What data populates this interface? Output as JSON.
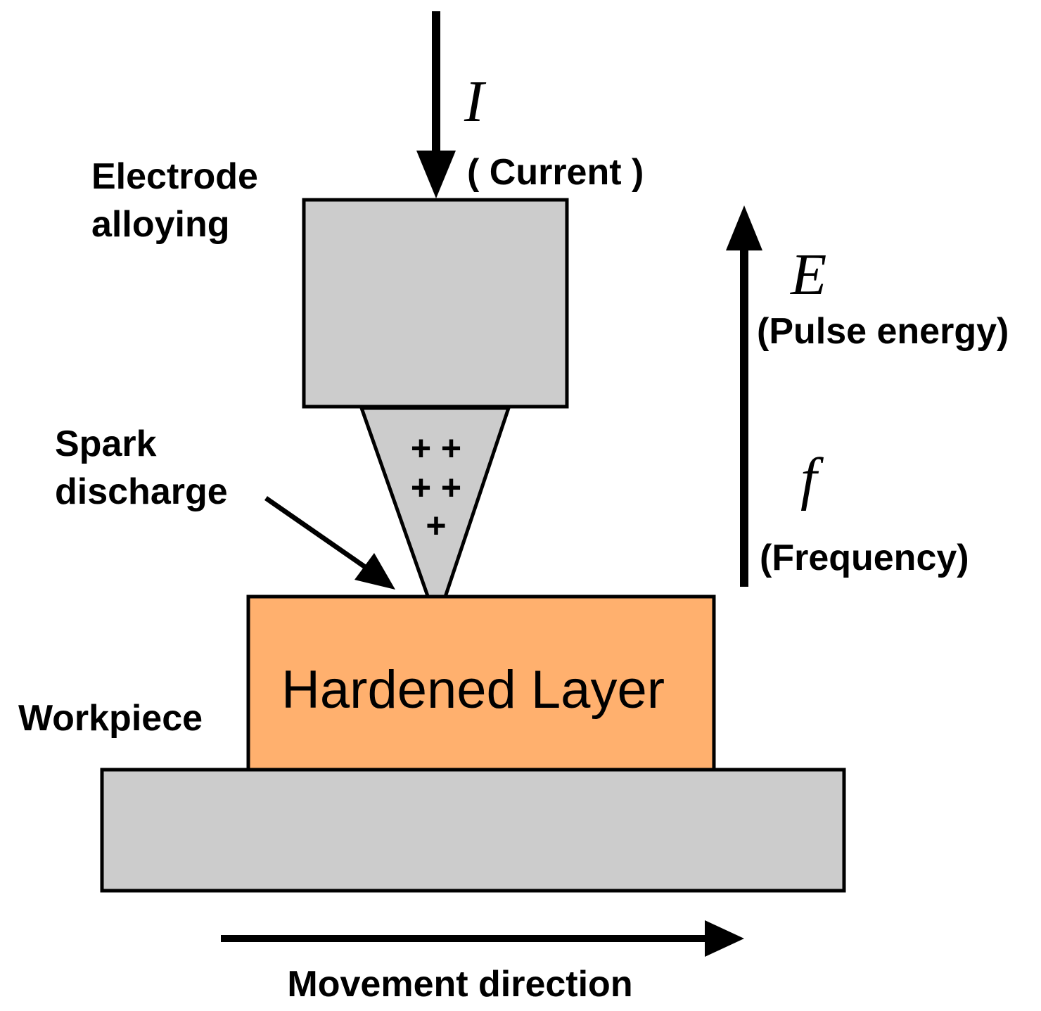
{
  "diagram": {
    "current": {
      "symbol": "I",
      "label": "( Current )"
    },
    "electrode": {
      "label_line1": "Electrode",
      "label_line2": "alloying"
    },
    "pulse_energy": {
      "symbol": "E",
      "label": "(Pulse energy)"
    },
    "frequency": {
      "symbol": "f",
      "label": "(Frequency)"
    },
    "spark": {
      "label_line1": "Spark",
      "label_line2": "discharge",
      "charge_rows": [
        "+ +",
        "+ +",
        "+"
      ]
    },
    "hardened_layer": {
      "label": "Hardened Layer"
    },
    "workpiece": {
      "label": "Workpiece"
    },
    "movement": {
      "label": "Movement direction"
    },
    "colors": {
      "electrode_fill": "#cccccc",
      "hardened_layer_fill": "#ffb06e",
      "workpiece_fill": "#cccccc",
      "stroke": "#000000"
    }
  }
}
